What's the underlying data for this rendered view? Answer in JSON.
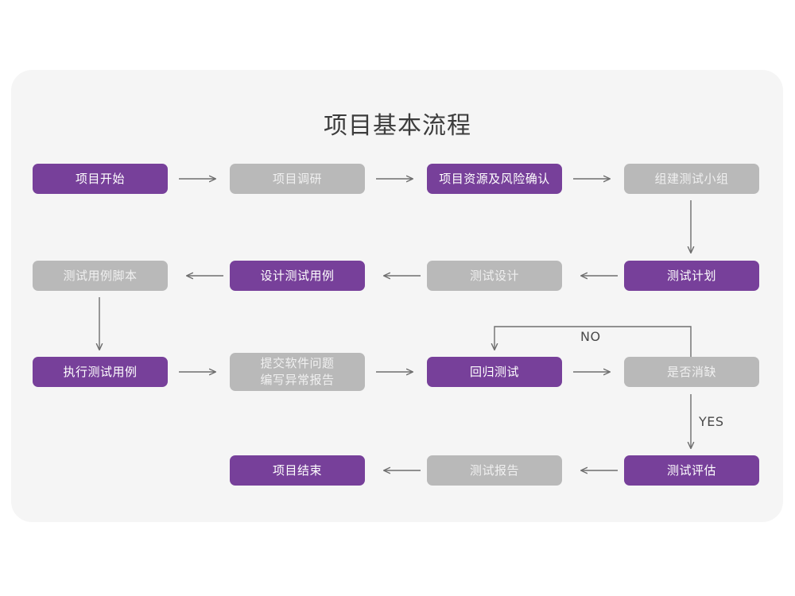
{
  "diagram": {
    "title": "项目基本流程",
    "colors": {
      "accent_purple": "#77409A",
      "muted_gray": "#B9B9B9",
      "panel_background": "#F5F5F5",
      "page_background": "#FFFFFF",
      "connector": "#6E6E6E",
      "title_text": "#3C3C3C"
    },
    "nodes": [
      {
        "id": "n1",
        "label": "项目开始",
        "style": "purple",
        "row": 1,
        "col": 1
      },
      {
        "id": "n2",
        "label": "项目调研",
        "style": "gray",
        "row": 1,
        "col": 2
      },
      {
        "id": "n3",
        "label": "项目资源及风险确认",
        "style": "purple",
        "row": 1,
        "col": 3
      },
      {
        "id": "n4",
        "label": "组建测试小组",
        "style": "gray",
        "row": 1,
        "col": 4
      },
      {
        "id": "n5",
        "label": "测试用例脚本",
        "style": "gray",
        "row": 2,
        "col": 1
      },
      {
        "id": "n6",
        "label": "设计测试用例",
        "style": "purple",
        "row": 2,
        "col": 2
      },
      {
        "id": "n7",
        "label": "测试设计",
        "style": "gray",
        "row": 2,
        "col": 3
      },
      {
        "id": "n8",
        "label": "测试计划",
        "style": "purple",
        "row": 2,
        "col": 4
      },
      {
        "id": "n9",
        "label": "执行测试用例",
        "style": "purple",
        "row": 3,
        "col": 1
      },
      {
        "id": "n10",
        "label": "提交软件问题\n编写异常报告",
        "style": "gray",
        "row": 3,
        "col": 2
      },
      {
        "id": "n11",
        "label": "回归测试",
        "style": "purple",
        "row": 3,
        "col": 3
      },
      {
        "id": "n12",
        "label": "是否消缺",
        "style": "gray",
        "row": 3,
        "col": 4
      },
      {
        "id": "n13",
        "label": "项目结束",
        "style": "purple",
        "row": 4,
        "col": 2
      },
      {
        "id": "n14",
        "label": "测试报告",
        "style": "gray",
        "row": 4,
        "col": 3
      },
      {
        "id": "n15",
        "label": "测试评估",
        "style": "purple",
        "row": 4,
        "col": 4
      }
    ],
    "edge_labels": {
      "no": "NO",
      "yes": "YES"
    },
    "edges": [
      {
        "from": "n1",
        "to": "n2",
        "direction": "right"
      },
      {
        "from": "n2",
        "to": "n3",
        "direction": "right"
      },
      {
        "from": "n3",
        "to": "n4",
        "direction": "right"
      },
      {
        "from": "n4",
        "to": "n8",
        "direction": "down"
      },
      {
        "from": "n8",
        "to": "n7",
        "direction": "left"
      },
      {
        "from": "n7",
        "to": "n6",
        "direction": "left"
      },
      {
        "from": "n6",
        "to": "n5",
        "direction": "left"
      },
      {
        "from": "n5",
        "to": "n9",
        "direction": "down"
      },
      {
        "from": "n9",
        "to": "n10",
        "direction": "right"
      },
      {
        "from": "n10",
        "to": "n11",
        "direction": "right"
      },
      {
        "from": "n11",
        "to": "n12",
        "direction": "right"
      },
      {
        "from": "n12",
        "to": "n11",
        "direction": "loop-up-left",
        "label": "NO"
      },
      {
        "from": "n12",
        "to": "n15",
        "direction": "down",
        "label": "YES"
      },
      {
        "from": "n15",
        "to": "n14",
        "direction": "left"
      },
      {
        "from": "n14",
        "to": "n13",
        "direction": "left"
      }
    ]
  }
}
